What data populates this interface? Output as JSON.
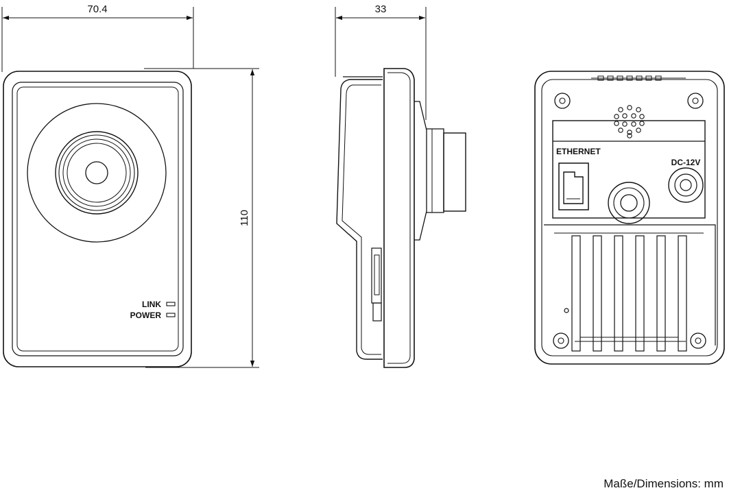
{
  "dimensions": {
    "width": "70.4",
    "depth": "33",
    "height": "110"
  },
  "front_view": {
    "led_labels": [
      "LINK",
      "POWER"
    ]
  },
  "back_view": {
    "ethernet_label": "ETHERNET",
    "power_label": "DC-12V"
  },
  "footer": {
    "units": "Maße/Dimensions: mm"
  },
  "colors": {
    "line": "#111111",
    "background": "#ffffff"
  }
}
